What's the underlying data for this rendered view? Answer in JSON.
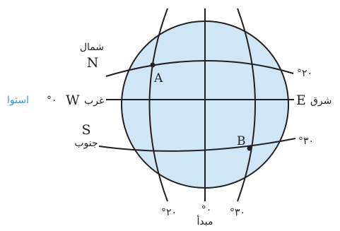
{
  "labels": {
    "north_ar": "شمال",
    "north": "N",
    "south": "S",
    "south_ar": "جنوب",
    "west": "W",
    "west_ar": "غرب",
    "equator_deg": "°٠",
    "equator_ar": "استوا",
    "east": "E",
    "east_ar": "شرق",
    "lat_north_deg": "°٢٠",
    "lat_south_deg": "°٣٠",
    "lon_west_deg": "°٢٠",
    "lon_prime_deg": "°٠",
    "prime_ar": "مبدأ",
    "lon_east_deg": "°٣٠",
    "point_a": "A",
    "point_b": "B"
  },
  "colors": {
    "sphere_fill": "#cfe6f6",
    "line": "#231f20",
    "equator_word": "#2a9fd6"
  }
}
